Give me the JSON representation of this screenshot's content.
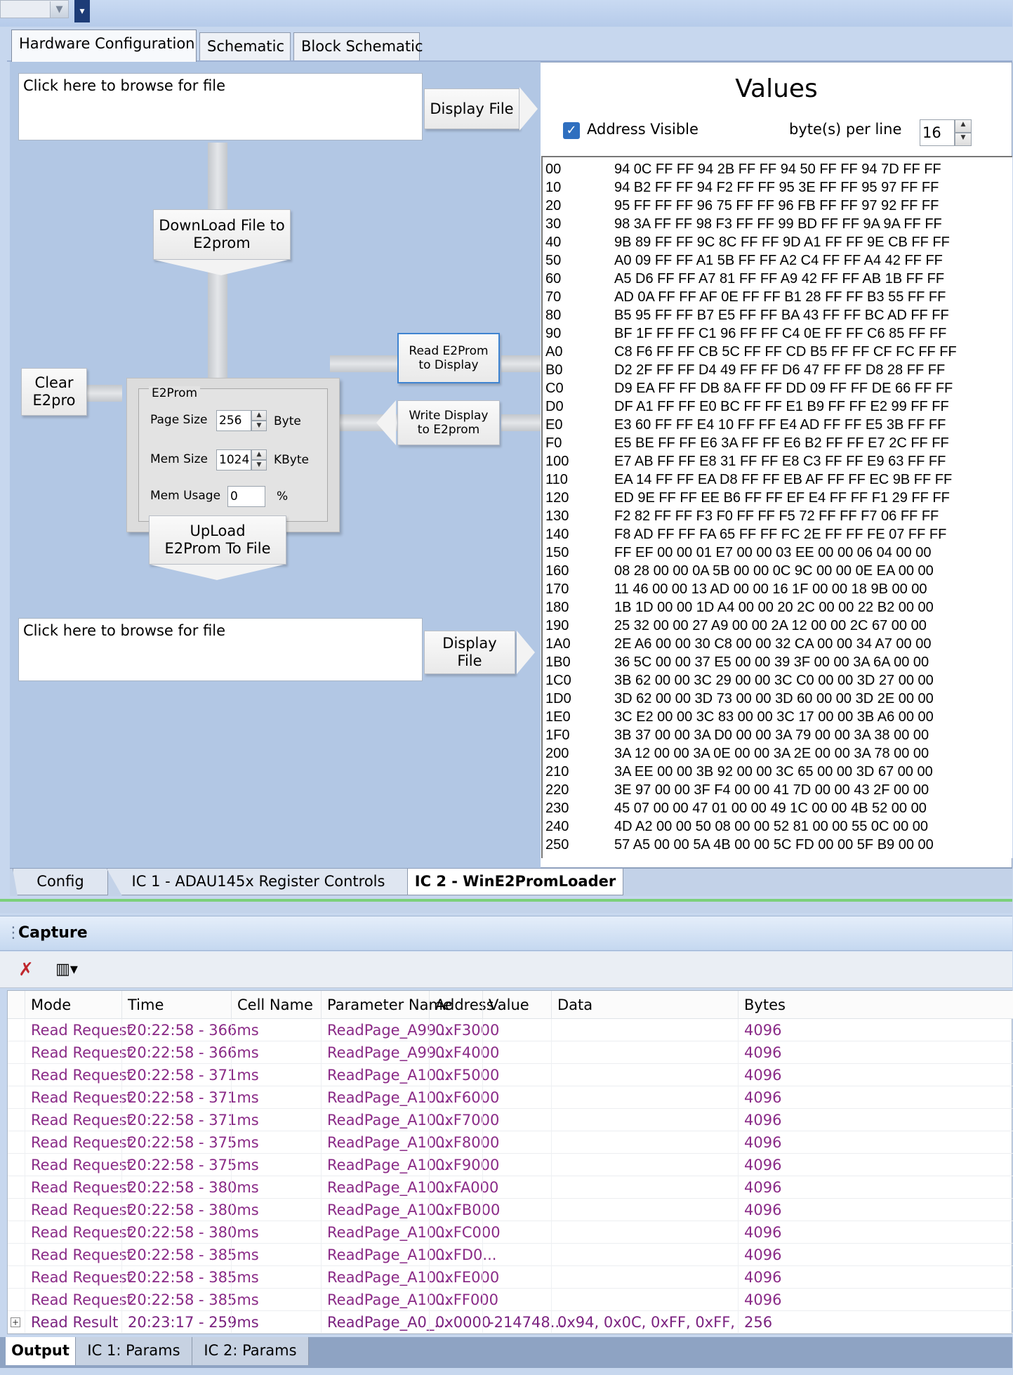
{
  "doc_tabs": [
    "Hardware Configuration",
    "Schematic",
    "Block Schematic"
  ],
  "hw": {
    "browse_top": "Click here to browse for file",
    "display_file_top": "Display File",
    "download_btn": [
      "DownLoad File to",
      "E2prom"
    ],
    "clear_btn": [
      "Clear",
      "E2pro"
    ],
    "e2prom": {
      "group_label": "E2Prom",
      "page_size_label": "Page Size",
      "page_size_value": "256",
      "page_size_unit": "Byte",
      "mem_size_label": "Mem Size",
      "mem_size_value": "1024",
      "mem_size_unit": "KByte",
      "mem_usage_label": "Mem Usage",
      "mem_usage_value": "0",
      "mem_usage_unit": "%"
    },
    "read_btn": [
      "Read E2Prom",
      "to Display"
    ],
    "write_btn": [
      "Write Display",
      "to E2prom"
    ],
    "upload_btn": [
      "UpLoad",
      "E2Prom To File"
    ],
    "browse_bottom": "Click here to browse for file",
    "display_file_bottom": [
      "Display",
      "File"
    ]
  },
  "values": {
    "title": "Values",
    "address_visible_label": "Address Visible",
    "address_visible_checked": true,
    "bytes_per_line_label": "byte(s) per line",
    "bytes_per_line_value": "16",
    "rows": [
      [
        "00",
        "94 0C FF FF 94 2B FF FF 94 50 FF FF 94 7D FF FF"
      ],
      [
        "10",
        "94 B2 FF FF 94 F2 FF FF 95 3E FF FF 95 97 FF FF"
      ],
      [
        "20",
        "95 FF FF FF 96 75 FF FF 96 FB FF FF 97 92 FF FF"
      ],
      [
        "30",
        "98 3A FF FF 98 F3 FF FF 99 BD FF FF 9A 9A FF FF"
      ],
      [
        "40",
        "9B 89 FF FF 9C 8C FF FF 9D A1 FF FF 9E CB FF FF"
      ],
      [
        "50",
        "A0 09 FF FF A1 5B FF FF A2 C4 FF FF A4 42 FF FF"
      ],
      [
        "60",
        "A5 D6 FF FF A7 81 FF FF A9 42 FF FF AB 1B FF FF"
      ],
      [
        "70",
        "AD 0A FF FF AF 0E FF FF B1 28 FF FF B3 55 FF FF"
      ],
      [
        "80",
        "B5 95 FF FF B7 E5 FF FF BA 43 FF FF BC AD FF FF"
      ],
      [
        "90",
        "BF 1F FF FF C1 96 FF FF C4 0E FF FF C6 85 FF FF"
      ],
      [
        "A0",
        "C8 F6 FF FF CB 5C FF FF CD B5 FF FF CF FC FF FF"
      ],
      [
        "B0",
        "D2 2F FF FF D4 49 FF FF D6 47 FF FF D8 28 FF FF"
      ],
      [
        "C0",
        "D9 EA FF FF DB 8A FF FF DD 09 FF FF DE 66 FF FF"
      ],
      [
        "D0",
        "DF A1 FF FF E0 BC FF FF E1 B9 FF FF E2 99 FF FF"
      ],
      [
        "E0",
        "E3 60 FF FF E4 10 FF FF E4 AD FF FF E5 3B FF FF"
      ],
      [
        "F0",
        "E5 BE FF FF E6 3A FF FF E6 B2 FF FF E7 2C FF FF"
      ],
      [
        "100",
        "E7 AB FF FF E8 31 FF FF E8 C3 FF FF E9 63 FF FF"
      ],
      [
        "110",
        "EA 14 FF FF EA D8 FF FF EB AF FF FF EC 9B FF FF"
      ],
      [
        "120",
        "ED 9E FF FF EE B6 FF FF EF E4 FF FF F1 29 FF FF"
      ],
      [
        "130",
        "F2 82 FF FF F3 F0 FF FF F5 72 FF FF F7 06 FF FF"
      ],
      [
        "140",
        "F8 AD FF FF FA 65 FF FF FC 2E FF FF FE 07 FF FF"
      ],
      [
        "150",
        "FF EF 00 00 01 E7 00 00 03 EE 00 00 06 04 00 00"
      ],
      [
        "160",
        "08 28 00 00 0A 5B 00 00 0C 9C 00 00 0E EA 00 00"
      ],
      [
        "170",
        "11 46 00 00 13 AD 00 00 16 1F 00 00 18 9B 00 00"
      ],
      [
        "180",
        "1B 1D 00 00 1D A4 00 00 20 2C 00 00 22 B2 00 00"
      ],
      [
        "190",
        "25 32 00 00 27 A9 00 00 2A 12 00 00 2C 67 00 00"
      ],
      [
        "1A0",
        "2E A6 00 00 30 C8 00 00 32 CA 00 00 34 A7 00 00"
      ],
      [
        "1B0",
        "36 5C 00 00 37 E5 00 00 39 3F 00 00 3A 6A 00 00"
      ],
      [
        "1C0",
        "3B 62 00 00 3C 29 00 00 3C C0 00 00 3D 27 00 00"
      ],
      [
        "1D0",
        "3D 62 00 00 3D 73 00 00 3D 60 00 00 3D 2E 00 00"
      ],
      [
        "1E0",
        "3C E2 00 00 3C 83 00 00 3C 17 00 00 3B A6 00 00"
      ],
      [
        "1F0",
        "3B 37 00 00 3A D0 00 00 3A 79 00 00 3A 38 00 00"
      ],
      [
        "200",
        "3A 12 00 00 3A 0E 00 00 3A 2E 00 00 3A 78 00 00"
      ],
      [
        "210",
        "3A EE 00 00 3B 92 00 00 3C 65 00 00 3D 67 00 00"
      ],
      [
        "220",
        "3E 97 00 00 3F F4 00 00 41 7D 00 00 43 2F 00 00"
      ],
      [
        "230",
        "45 07 00 00 47 01 00 00 49 1C 00 00 4B 52 00 00"
      ],
      [
        "240",
        "4D A2 00 00 50 08 00 00 52 81 00 00 55 0C 00 00"
      ],
      [
        "250",
        "57 A5 00 00 5A 4B 00 00 5C FD 00 00 5F B9 00 00"
      ]
    ]
  },
  "bottom_tabs": [
    "Config",
    "IC 1 - ADAU145x Register Controls",
    "IC 2 - WinE2PromLoader"
  ],
  "capture": {
    "title": "Capture",
    "columns": [
      "Mode",
      "Time",
      "Cell Name",
      "Parameter Name",
      "Address",
      "Value",
      "Data",
      "Bytes"
    ],
    "rows": [
      [
        "Read Request",
        "20:22:58 - 366ms",
        "",
        "ReadPage_A99...",
        "0xF3000",
        "",
        "",
        "4096"
      ],
      [
        "Read Request",
        "20:22:58 - 366ms",
        "",
        "ReadPage_A99...",
        "0xF4000",
        "",
        "",
        "4096"
      ],
      [
        "Read Request",
        "20:22:58 - 371ms",
        "",
        "ReadPage_A10...",
        "0xF5000",
        "",
        "",
        "4096"
      ],
      [
        "Read Request",
        "20:22:58 - 371ms",
        "",
        "ReadPage_A10...",
        "0xF6000",
        "",
        "",
        "4096"
      ],
      [
        "Read Request",
        "20:22:58 - 371ms",
        "",
        "ReadPage_A10...",
        "0xF7000",
        "",
        "",
        "4096"
      ],
      [
        "Read Request",
        "20:22:58 - 375ms",
        "",
        "ReadPage_A10...",
        "0xF8000",
        "",
        "",
        "4096"
      ],
      [
        "Read Request",
        "20:22:58 - 375ms",
        "",
        "ReadPage_A10...",
        "0xF9000",
        "",
        "",
        "4096"
      ],
      [
        "Read Request",
        "20:22:58 - 380ms",
        "",
        "ReadPage_A10...",
        "0xFA000",
        "",
        "",
        "4096"
      ],
      [
        "Read Request",
        "20:22:58 - 380ms",
        "",
        "ReadPage_A10...",
        "0xFB000",
        "",
        "",
        "4096"
      ],
      [
        "Read Request",
        "20:22:58 - 380ms",
        "",
        "ReadPage_A10...",
        "0xFC000",
        "",
        "",
        "4096"
      ],
      [
        "Read Request",
        "20:22:58 - 385ms",
        "",
        "ReadPage_A10...",
        "0xFD0...",
        "",
        "",
        "4096"
      ],
      [
        "Read Request",
        "20:22:58 - 385ms",
        "",
        "ReadPage_A10...",
        "0xFE000",
        "",
        "",
        "4096"
      ],
      [
        "Read Request",
        "20:22:58 - 385ms",
        "",
        "ReadPage_A10...",
        "0xFF000",
        "",
        "",
        "4096"
      ],
      [
        "Read Result",
        "20:23:17 - 259ms",
        "",
        "ReadPage_A0_...",
        "0x0000",
        "-214748...",
        "0x94, 0x0C, 0xFF, 0xFF,",
        "256"
      ]
    ]
  },
  "output_tabs": [
    "Output",
    "IC 1: Params",
    "IC 2: Params"
  ]
}
